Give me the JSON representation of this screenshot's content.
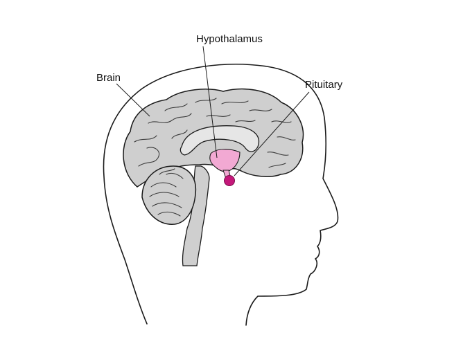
{
  "labels": {
    "hypothalamus": "Hypothalamus",
    "brain": "Brain",
    "pituitary": "Pituitary"
  },
  "colors": {
    "brain_fill": "#cfcfcf",
    "hypothalamus_fill": "#f2a9d3",
    "pituitary_fill": "#c4187a"
  }
}
